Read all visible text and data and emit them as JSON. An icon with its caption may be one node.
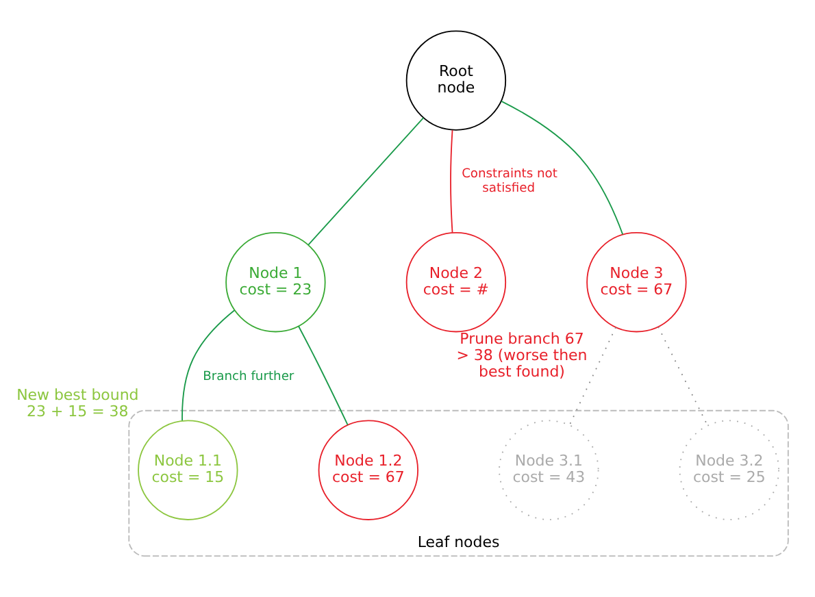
{
  "diagram": {
    "nodes": [
      {
        "text": [
          "Root node"
        ]
      },
      {
        "text": [
          "Node 1 cost = 23"
        ]
      },
      {
        "text": [
          "Node 2 cost = #"
        ]
      },
      {
        "text": [
          "Node 3 cost = 67"
        ],
        "beside": [
          "Prune branch 67 > 38 (worse then best found)"
        ]
      },
      {
        "text": [
          "Leaf nodes"
        ]
      },
      {
        "text": [
          "Node 1.1 cost = 15"
        ],
        "in": 4,
        "beside": [
          "New best bound 23 + 15 = 38"
        ]
      },
      {
        "text": [
          "Node 1.2 cost = 67"
        ],
        "in": 4
      },
      {
        "text": [
          "Node 3.1 cost = 43"
        ],
        "in": 4
      },
      {
        "text": [
          "Node 3.2 cost = 25"
        ],
        "in": 4
      }
    ],
    "edges": [
      {
        "from": 0,
        "to": 1,
        "arrow": "none"
      },
      {
        "from": 0,
        "to": 2,
        "arrow": "none",
        "label": "Constraints not satisfied",
        "color": "#e8202a"
      },
      {
        "from": 0,
        "to": 3,
        "arrow": "none"
      },
      {
        "from": 1,
        "to": 5,
        "arrow": "none",
        "label": "Branch further"
      },
      {
        "from": 1,
        "to": 6,
        "arrow": "none"
      },
      {
        "from": 3,
        "to": 7,
        "arrow": "none",
        "style": "dashed",
        "color": "#888888"
      },
      {
        "from": 3,
        "to": 8,
        "arrow": "none",
        "style": "dashed",
        "color": "#888888"
      }
    ]
  }
}
